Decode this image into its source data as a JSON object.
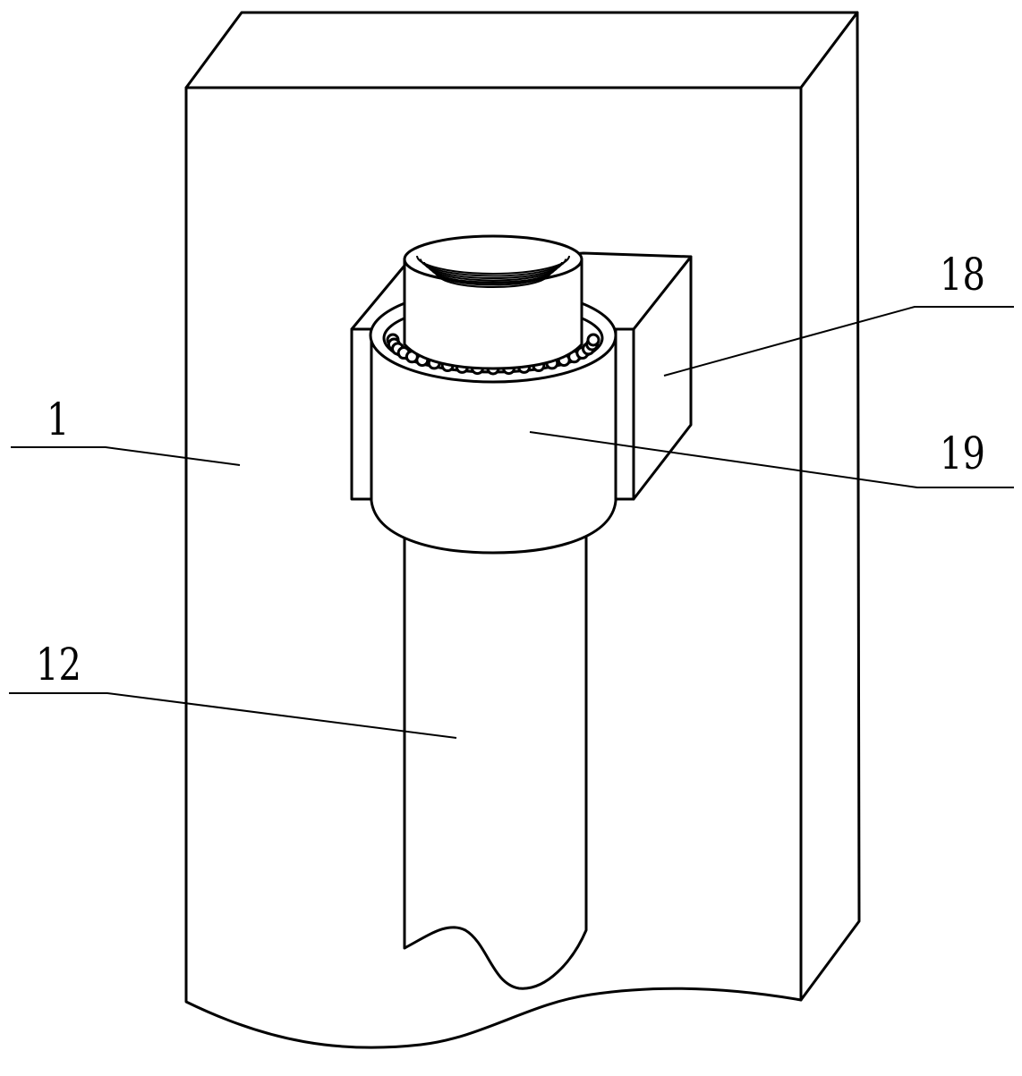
{
  "figure": {
    "labels": {
      "housing": "1",
      "pipe": "12",
      "bracket": "18",
      "bearing_collar": "19"
    },
    "colors": {
      "stroke": "#000000",
      "background": "#ffffff"
    }
  }
}
